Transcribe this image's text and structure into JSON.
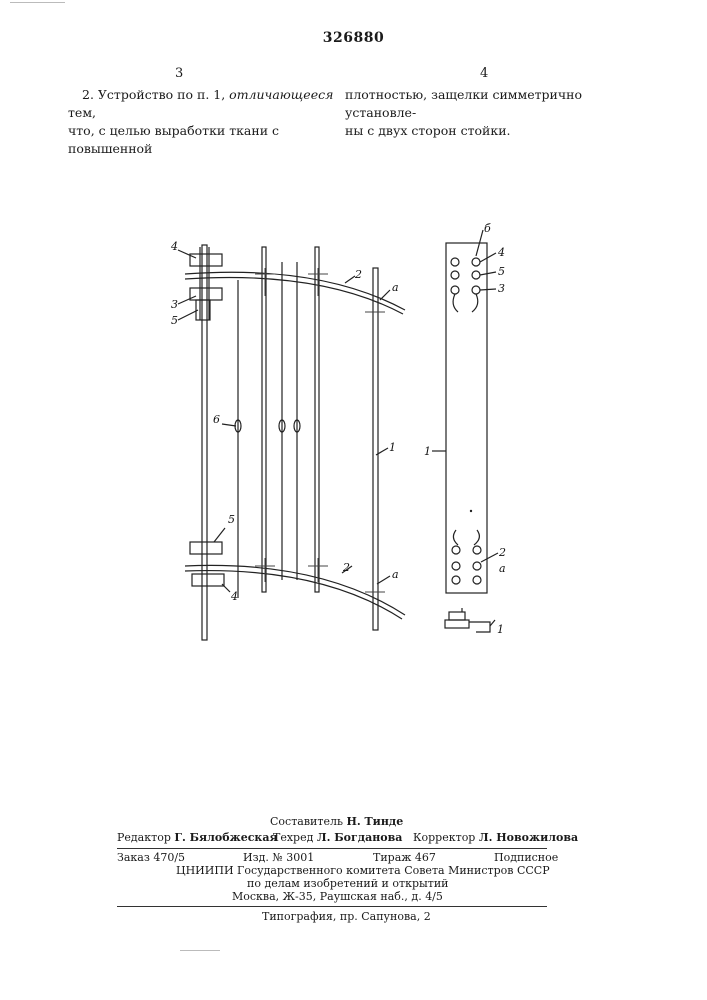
{
  "header": {
    "patent_number": "326880",
    "col_left_number": "3",
    "col_right_number": "4"
  },
  "claims": {
    "left_line1_pre": "2. Устройство по п. 1, ",
    "left_line1_italic": "отличающееся",
    "left_line1_post": " тем,",
    "left_line2": "что, с целью выработки ткани с повышенной",
    "right_line1": "плотностью, защелки симметрично установле-",
    "right_line2": "ны с двух сторон стойки."
  },
  "figure_labels": {
    "left": [
      "4",
      "3",
      "5",
      "2",
      "a",
      "6",
      "1",
      "5",
      "2",
      "a",
      "4"
    ],
    "right": [
      "б",
      "4",
      "5",
      "3",
      "1",
      "2",
      "a",
      "1"
    ]
  },
  "imprint": {
    "compiler_prefix": "Составитель ",
    "compiler_name": "Н. Тинде",
    "editor_prefix": "Редактор ",
    "editor_name": "Г. Бялобжеская",
    "techred_prefix": "Техред ",
    "techred_name": "Л. Богданова",
    "corrector_prefix": "Корректор ",
    "corrector_name": "Л. Новожилова",
    "order": "Заказ  470/5",
    "izd": "Изд.  №  3001",
    "tirazh": "Тираж  467",
    "podpisnoe": "Подписное",
    "org_line1": "ЦНИИПИ Государственного комитета Совета Министров СССР",
    "org_line2": "по делам изобретений и открытий",
    "org_line3": "Москва, Ж-35, Раушская наб., д. 4/5",
    "typography": "Типография, пр. Сапунова, 2"
  }
}
